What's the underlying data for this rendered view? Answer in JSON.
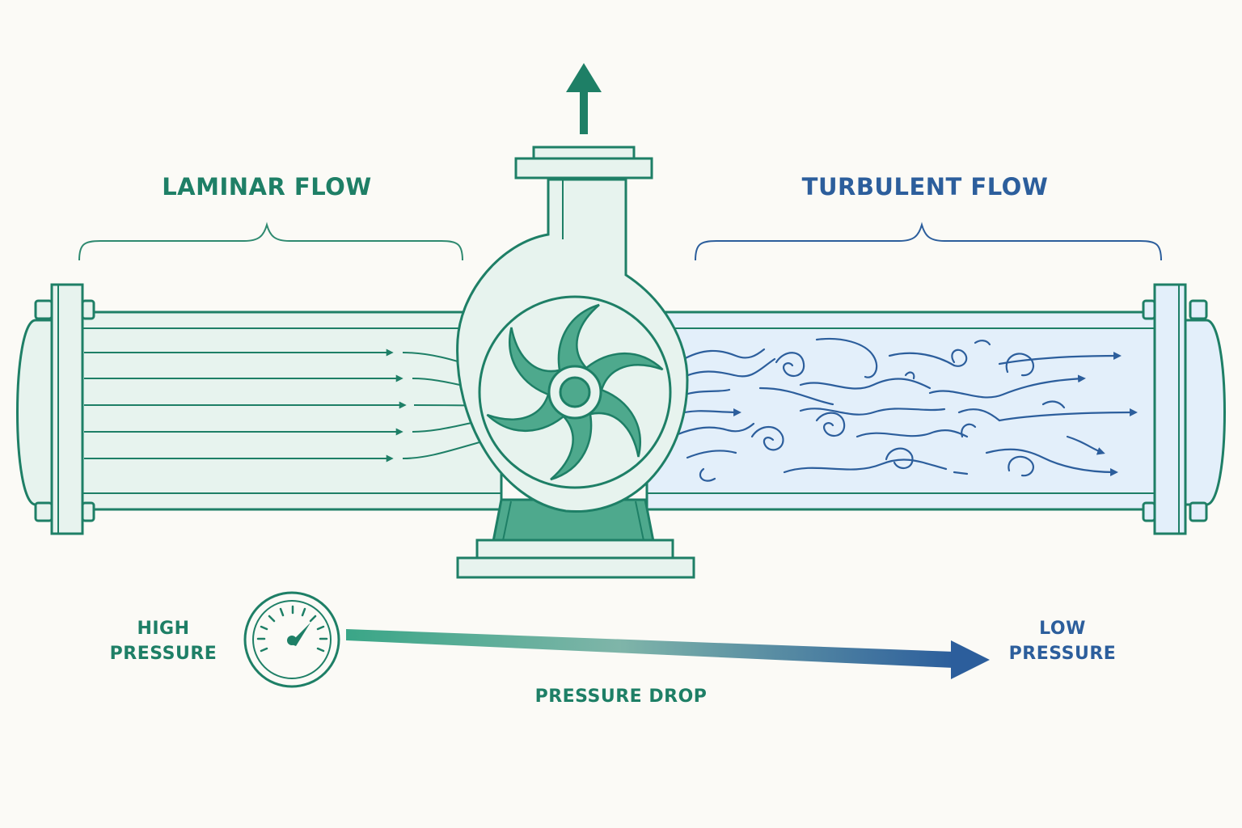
{
  "labels": {
    "laminar": "LAMINAR FLOW",
    "turbulent": "TURBULENT FLOW",
    "high_pressure": [
      "HIGH",
      "PRESSURE"
    ],
    "low_pressure": [
      "LOW",
      "PRESSURE"
    ],
    "pressure_drop": "PRESSURE DROP"
  },
  "colors": {
    "green": "#1e7f66",
    "green_fill": "#4ea98d",
    "blue": "#2c5e9c",
    "pipe_fill": "#e7f3ee",
    "turbulent_fill": "#e3effa",
    "background": "#fbfaf6"
  },
  "icons": [
    "pressure-gauge-icon",
    "impeller-icon",
    "outlet-arrow-icon",
    "pressure-drop-arrow-icon"
  ]
}
